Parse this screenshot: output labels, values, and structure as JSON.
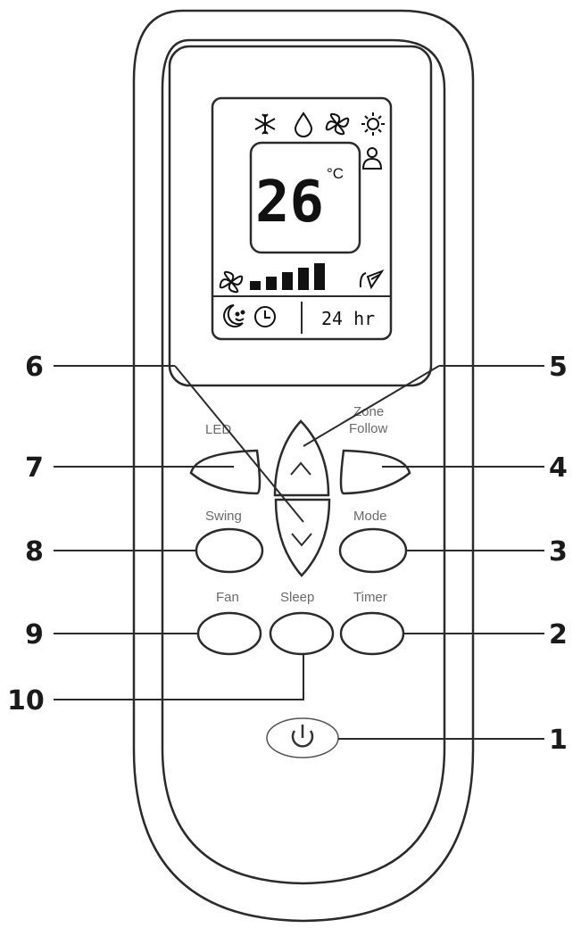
{
  "display": {
    "temperature": "26",
    "unit": "°C",
    "timer_value": "24 hr",
    "fan_level": 5,
    "mode_icons": [
      "snowflake-icon",
      "water-drop-icon",
      "fan-icon",
      "sun-icon"
    ],
    "status_icons": [
      "person-icon",
      "swing-icon",
      "sleep-moon-icon",
      "clock-icon"
    ]
  },
  "buttons": {
    "led": "LED",
    "zone_follow_line1": "Zone",
    "zone_follow_line2": "Follow",
    "swing": "Swing",
    "mode": "Mode",
    "fan": "Fan",
    "sleep": "Sleep",
    "timer": "Timer",
    "up_icon": "chevron-up-icon",
    "down_icon": "chevron-down-icon",
    "power_icon": "power-icon"
  },
  "callouts": {
    "c1": "1",
    "c2": "2",
    "c3": "3",
    "c4": "4",
    "c5": "5",
    "c6": "6",
    "c7": "7",
    "c8": "8",
    "c9": "9",
    "c10": "10"
  },
  "colors": {
    "outline": "#2b2b2b",
    "label": "#6a6a6a",
    "background": "#ffffff"
  }
}
